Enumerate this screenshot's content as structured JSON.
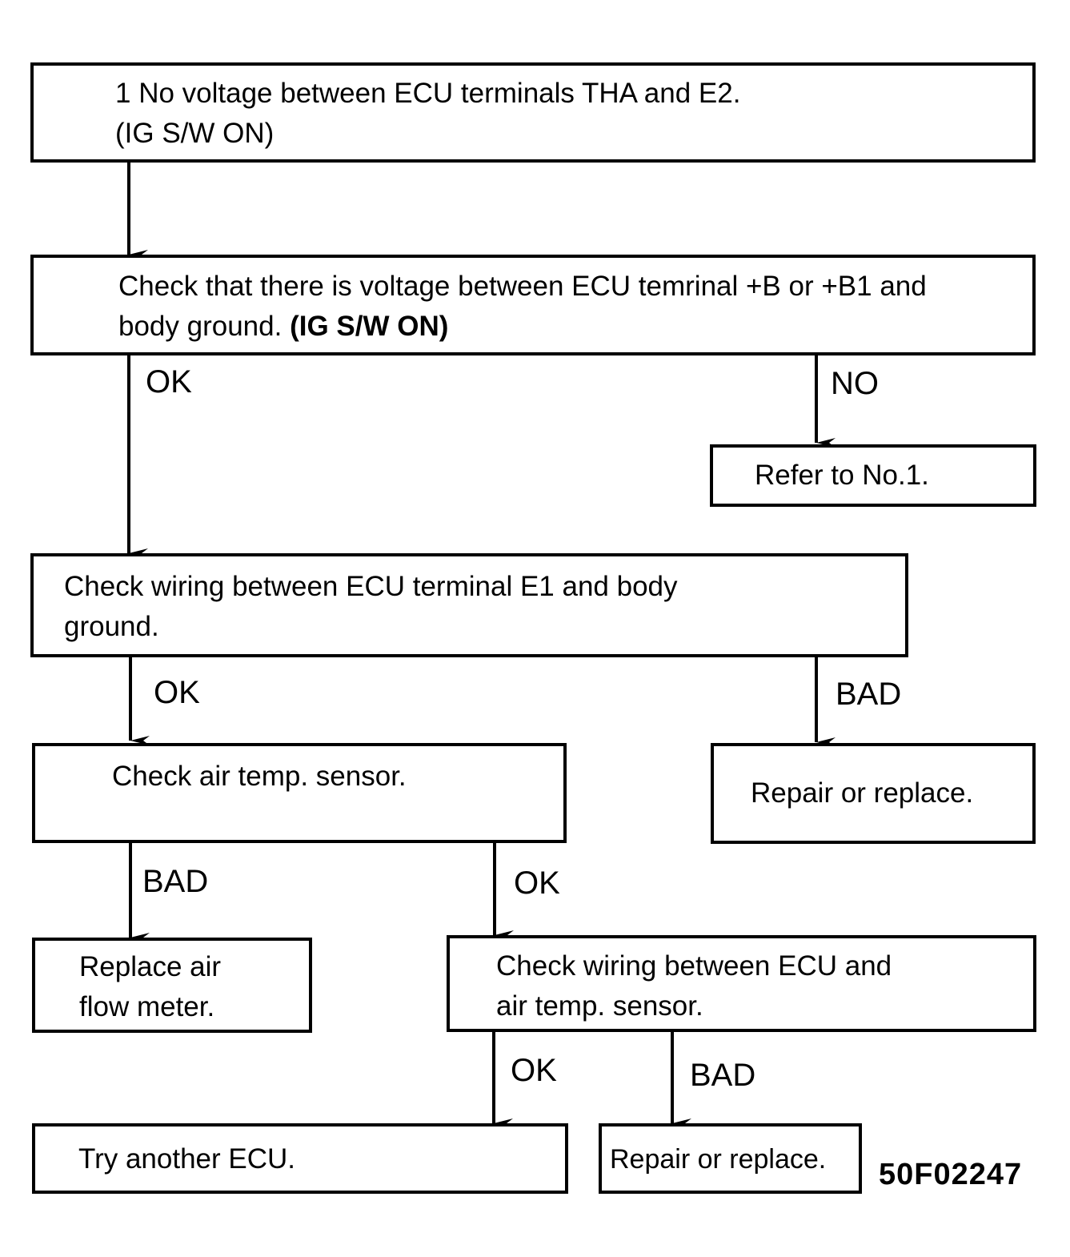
{
  "boxes": {
    "step1": {
      "line1": "1  No voltage between ECU terminals THA and E2.",
      "line2": "(IG S/W ON)"
    },
    "check_voltage": {
      "line1": "Check that there is voltage between ECU temrinal +B or +B1 and",
      "line2_a": "body ground. ",
      "line2_b": "(IG S/W ON)"
    },
    "refer": {
      "text": "Refer to No.1."
    },
    "check_wiring_e1": {
      "line1": "Check wiring between ECU terminal E1 and body",
      "line2": "ground."
    },
    "check_sensor": {
      "text": "Check air temp. sensor."
    },
    "repair1": {
      "text": "Repair or replace."
    },
    "replace_afm": {
      "line1": "Replace air",
      "line2": "flow meter."
    },
    "check_wiring_sensor": {
      "line1": "Check wiring between ECU and",
      "line2": "air temp. sensor."
    },
    "try_ecu": {
      "text": "Try another ECU."
    },
    "repair2": {
      "text": "Repair or replace."
    }
  },
  "labels": {
    "ok1": "OK",
    "no1": "NO",
    "ok2": "OK",
    "bad1": "BAD",
    "bad2": "BAD",
    "ok3": "OK",
    "ok4": "OK",
    "bad3": "BAD"
  },
  "figure_code": "50F02247"
}
